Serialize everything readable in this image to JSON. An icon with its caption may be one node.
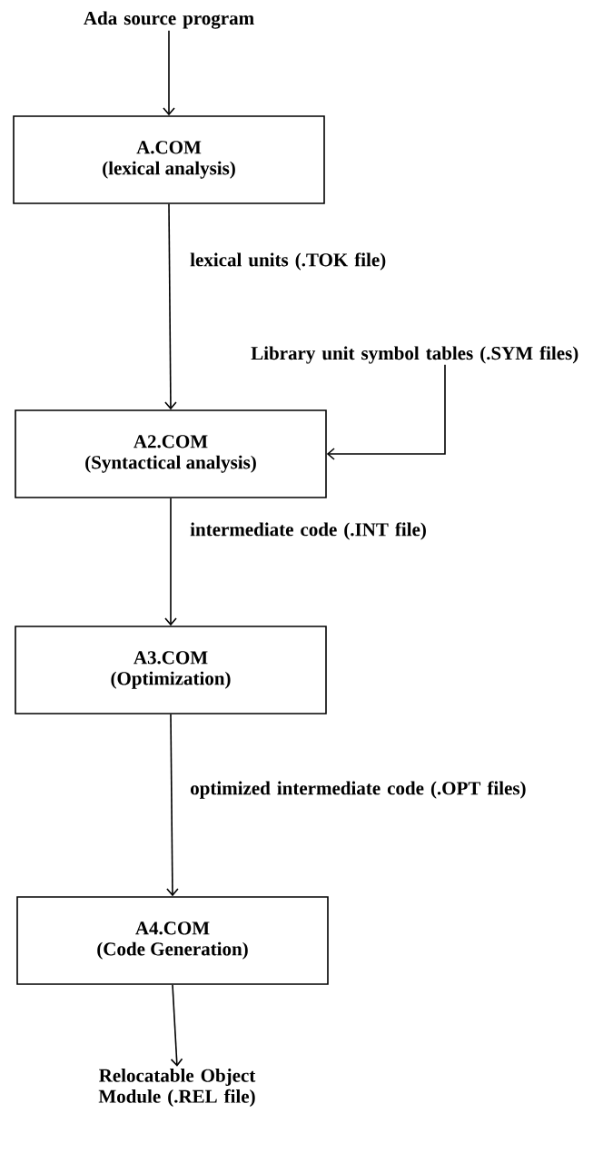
{
  "diagram": {
    "nodes": [
      {
        "text": [
          "Ada source program"
        ]
      },
      {
        "text": [
          "A.COM",
          "(lexical analysis)"
        ]
      },
      {
        "text": [
          "Library unit symbol tables (.SYM files)"
        ]
      },
      {
        "text": [
          "A2.COM",
          "(Syntactical analysis)"
        ]
      },
      {
        "text": [
          "A3.COM",
          "(Optimization)"
        ]
      },
      {
        "text": [
          "A4.COM",
          "(Code Generation)"
        ]
      },
      {
        "text": [
          "Relocatable Object Module (.REL file)"
        ]
      }
    ],
    "edges": [
      {
        "from": 0,
        "to": 1,
        "arrow": "to"
      },
      {
        "from": 1,
        "to": 3,
        "arrow": "to",
        "label": "lexical units (.TOK file)"
      },
      {
        "from": 2,
        "to": 3,
        "arrow": "to"
      },
      {
        "from": 3,
        "to": 4,
        "arrow": "to",
        "label": "intermediate code (.INT file)"
      },
      {
        "from": 4,
        "to": 5,
        "arrow": "to",
        "label": "optimized intermediate code (.OPT files)"
      },
      {
        "from": 5,
        "to": 6,
        "arrow": "to"
      }
    ]
  }
}
